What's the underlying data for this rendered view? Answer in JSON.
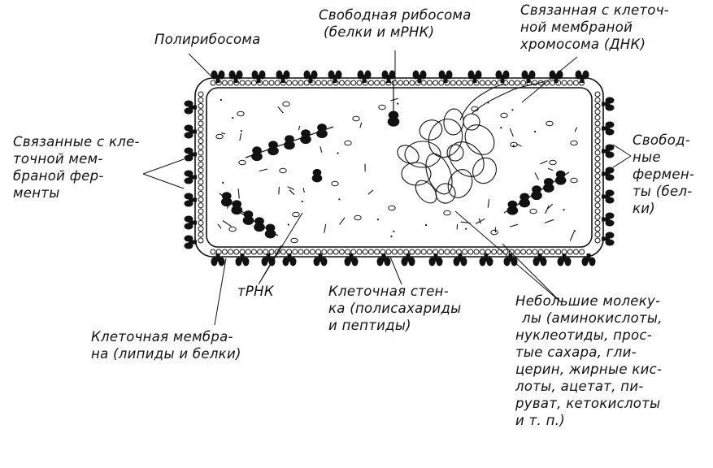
{
  "labels": {
    "polyribosome": [
      "Полирибосома"
    ],
    "free_ribosome": [
      "Свободная рибосома",
      "(белки и мРНК)"
    ],
    "chromosome": [
      "Связанная с клеточ-",
      "ной мембраной",
      "хромосома (ДНК)"
    ],
    "bound_enzymes": [
      "Связанные с кле-",
      "точной мем-",
      "браной фер-",
      "менты"
    ],
    "free_enzymes": [
      "Свобод-",
      "ные",
      "фермен-",
      "ты (бел-",
      "ки)"
    ],
    "trna": [
      "тРНК"
    ],
    "cell_wall": [
      "Клеточная стен-",
      "ка (полисахариды",
      "и пептиды)"
    ],
    "membrane": [
      "Клеточная мембра-",
      "на (липиды и белки)"
    ],
    "small_molecules": [
      "Небольшие молеку-",
      "лы (аминокислоты,",
      "нуклеотиды, прос-",
      "тые сахара, гли-",
      "церин, жирные кис-",
      "лоты, ацетат, пи-",
      "руват, кетокислоты",
      "и т. п.)"
    ]
  },
  "colors": {
    "ink": "#111111",
    "background": "#ffffff"
  }
}
